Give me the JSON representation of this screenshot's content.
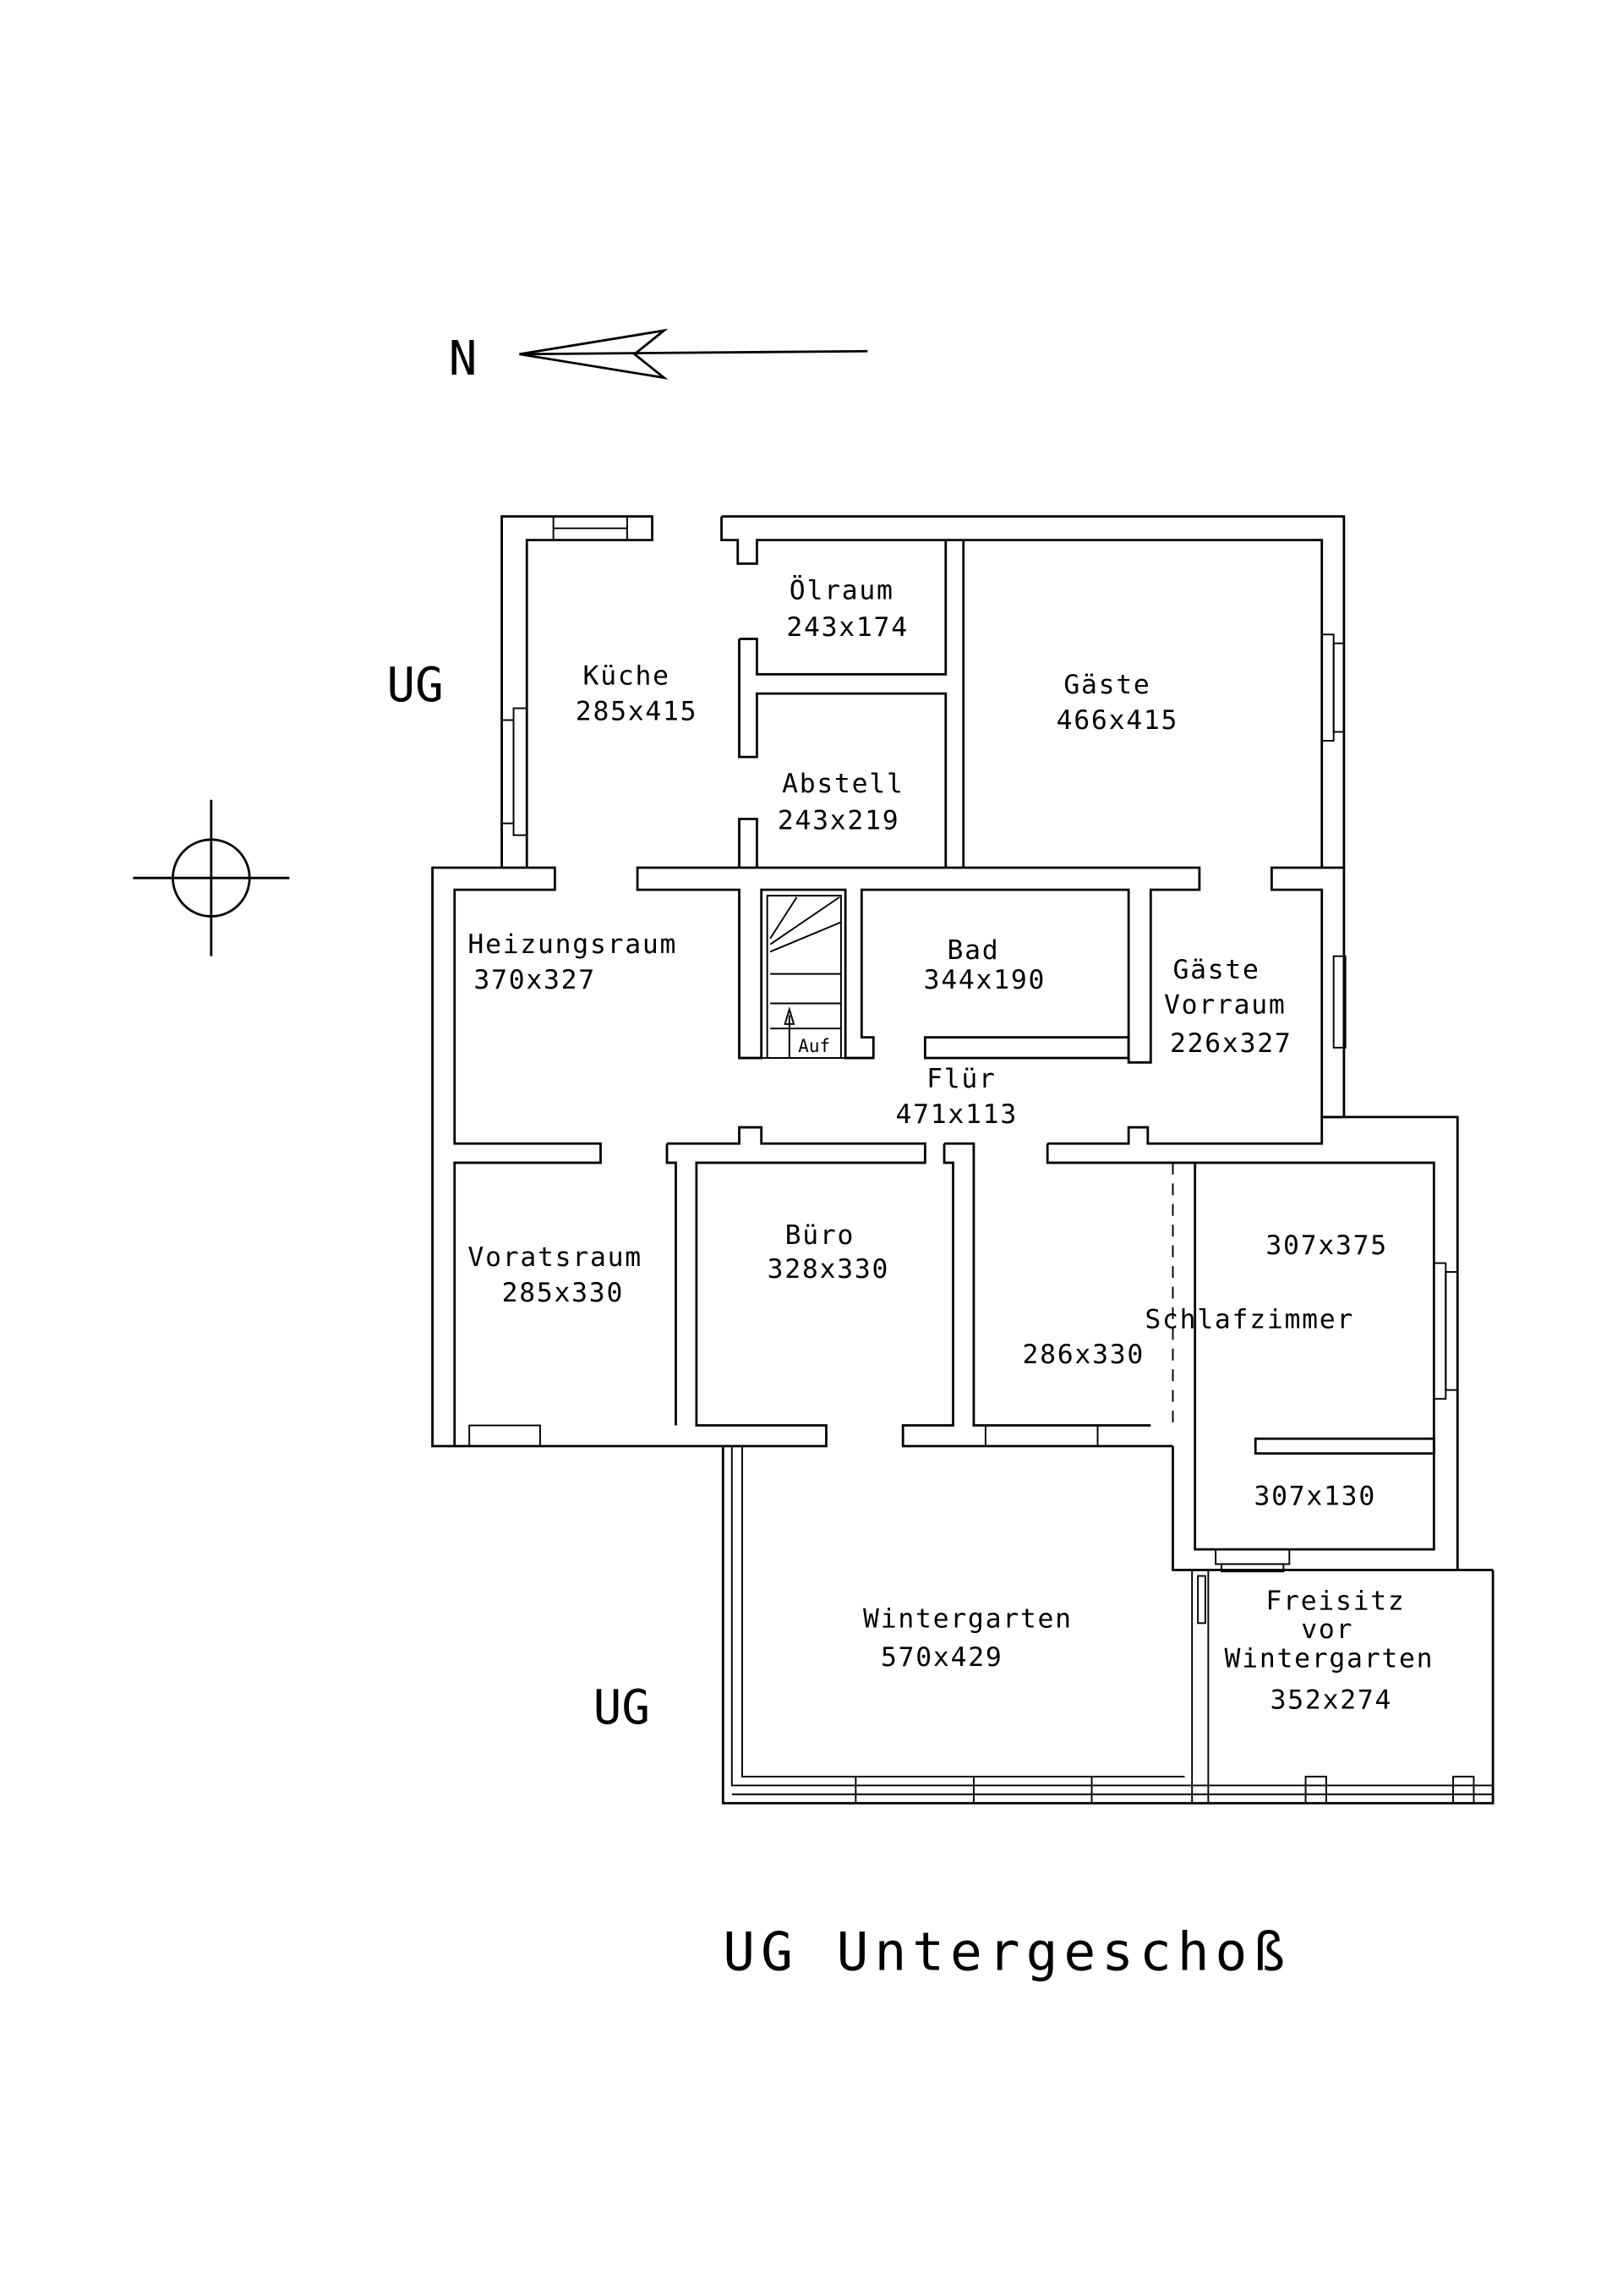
{
  "plan": {
    "title": "UG Untergeschoß",
    "floor_marker_top": "UG",
    "floor_marker_bottom": "UG",
    "north_label": "N",
    "stair_label": "Auf",
    "line_color": "#000000",
    "background_color": "#ffffff"
  },
  "rooms": [
    {
      "name": "Küche",
      "size": "285x415"
    },
    {
      "name": "Ölraum",
      "size": "243x174"
    },
    {
      "name": "Abstell",
      "size": "243x219"
    },
    {
      "name": "Gäste",
      "size": "466x415"
    },
    {
      "name": "Heizungsraum",
      "size": "370x327"
    },
    {
      "name": "Bad",
      "size": "344x190"
    },
    {
      "name": "Gäste",
      "name2": "Vorraum",
      "size": "226x327"
    },
    {
      "name": "Flür",
      "size": "471x113"
    },
    {
      "name": "Voratsraum",
      "size": "285x330"
    },
    {
      "name": "Büro",
      "size": "328x330"
    },
    {
      "name": "Schlafzimmer",
      "size": "286x330",
      "size2": "307x375",
      "size3": "307x130"
    },
    {
      "name": "Wintergarten",
      "size": "570x429"
    },
    {
      "name": "Freisitz",
      "name2": "vor",
      "name3": "Wintergarten",
      "size": "352x274"
    }
  ]
}
